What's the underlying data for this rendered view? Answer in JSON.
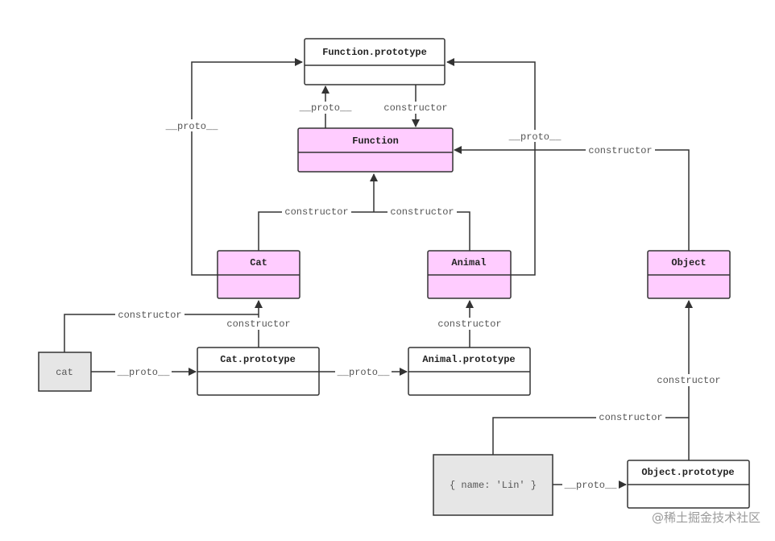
{
  "nodes": {
    "function_prototype": {
      "label": "Function.prototype"
    },
    "function": {
      "label": "Function"
    },
    "cat": {
      "label": "Cat"
    },
    "animal": {
      "label": "Animal"
    },
    "object": {
      "label": "Object"
    },
    "cat_instance": {
      "label": "cat"
    },
    "cat_prototype": {
      "label": "Cat.prototype"
    },
    "animal_prototype": {
      "label": "Animal.prototype"
    },
    "lin_object": {
      "label": "{ name: 'Lin' }"
    },
    "object_prototype": {
      "label": "Object.prototype"
    }
  },
  "edge_labels": {
    "cat_proto_to_fp": "__proto__",
    "function_proto_to_fp": "__proto__",
    "fp_constructor": "constructor",
    "animal_proto_to_fp": "__proto__",
    "object_constructor_to_function": "constructor",
    "cat_constructor_to_function": "constructor",
    "animal_constructor_to_function": "constructor",
    "cat_instance_constructor": "constructor",
    "cat_prototype_constructor": "constructor",
    "cat_instance_proto": "__proto__",
    "cat_prototype_proto": "__proto__",
    "animal_prototype_constructor": "constructor",
    "object_prototype_constructor": "constructor",
    "lin_constructor": "constructor",
    "lin_proto": "__proto__"
  },
  "colors": {
    "constructor_fill": "#ffccff",
    "prototype_fill": "#ffffff",
    "instance_fill": "#e6e6e6",
    "line": "#333333"
  },
  "watermark": "@稀土掘金技术社区"
}
